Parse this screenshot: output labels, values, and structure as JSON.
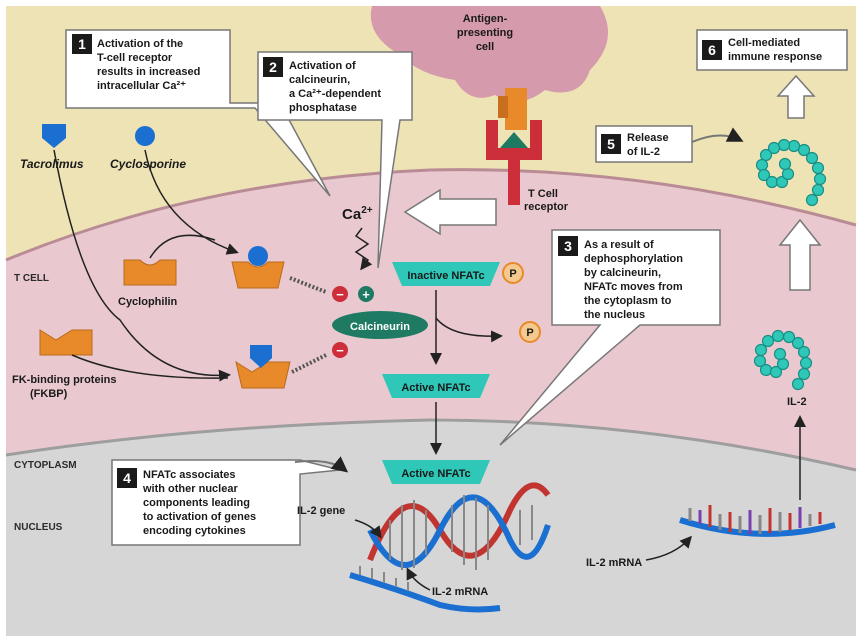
{
  "colors": {
    "extracellular": "#eee3b5",
    "cytoplasm": "#e9c9cf",
    "nucleus": "#d6d6d6",
    "apc": "#d59aab",
    "teal": "#2ec7b8",
    "calcineurin": "#1f7a64",
    "orange": "#e98a2a",
    "receptor": "#cc2e3a",
    "blue": "#1a6fd0"
  },
  "regions": {
    "t_cell": "T CELL",
    "cytoplasm": "CYTOPLASM",
    "nucleus": "NUCLEUS"
  },
  "apc_label": [
    "Antigen-",
    "presenting",
    "cell"
  ],
  "receptor_label": [
    "T Cell",
    "receptor"
  ],
  "drugs": {
    "tacrolimus": "Tacrolimus",
    "cyclosporine": "Cyclosporine",
    "cyclophilin": "Cyclophilin",
    "fkbp": [
      "FK-binding proteins",
      "(FKBP)"
    ]
  },
  "molecules": {
    "ca": "Ca",
    "ca_sup": "2+",
    "calcineurin": "Calcineurin",
    "inactive_nfat": "Inactive NFATc",
    "active_nfat_1": "Active NFATc",
    "active_nfat_2": "Active NFATc",
    "phosphate": "P",
    "il2_gene": "IL-2 gene",
    "il2_mrna_nucleus": "IL-2 mRNA",
    "il2_mrna_cyto": "IL-2 mRNA",
    "il2": "IL-2",
    "minus": "−",
    "plus": "+"
  },
  "steps": [
    {
      "num": "1",
      "lines": [
        "Activation of the",
        "T-cell receptor",
        "results in increased",
        "intracellular Ca²⁺"
      ]
    },
    {
      "num": "2",
      "lines": [
        "Activation of",
        "calcineurin,",
        "a Ca²⁺-dependent",
        "phosphatase"
      ]
    },
    {
      "num": "3",
      "lines": [
        "As a result of",
        "dephosphorylation",
        "by calcineurin,",
        "NFATc moves from",
        "the cytoplasm to",
        "the nucleus"
      ]
    },
    {
      "num": "4",
      "lines": [
        "NFATc associates",
        "with other nuclear",
        "components leading",
        "to activation of genes",
        "encoding cytokines"
      ]
    },
    {
      "num": "5",
      "lines": [
        "Release",
        "of IL-2"
      ]
    },
    {
      "num": "6",
      "lines": [
        "Cell-mediated",
        "immune response"
      ]
    }
  ]
}
